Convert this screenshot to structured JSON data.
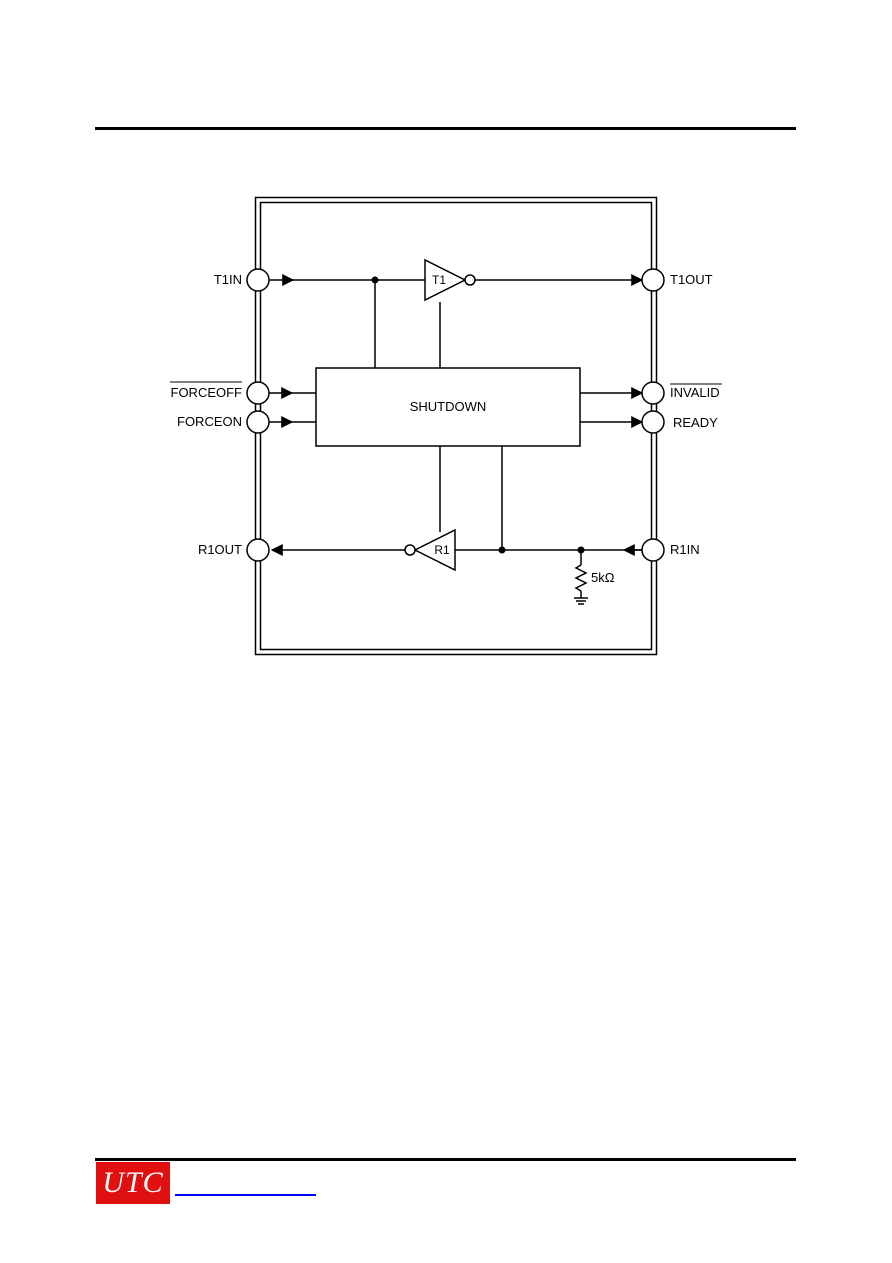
{
  "diagram": {
    "pins": {
      "t1in": "T1IN",
      "forceoff": "FORCEOFF",
      "forceon": "FORCEON",
      "r1out": "R1OUT",
      "t1out": "T1OUT",
      "invalid": "INVALID",
      "ready": "READY",
      "r1in": "R1IN"
    },
    "transmitter_label": "T1",
    "receiver_label": "R1",
    "shutdown_label": "SHUTDOWN",
    "resistor_label": "5kΩ"
  },
  "footer": {
    "logo_text": "UTC",
    "brand_color": "#e01010",
    "link_color": "#0000ff"
  }
}
